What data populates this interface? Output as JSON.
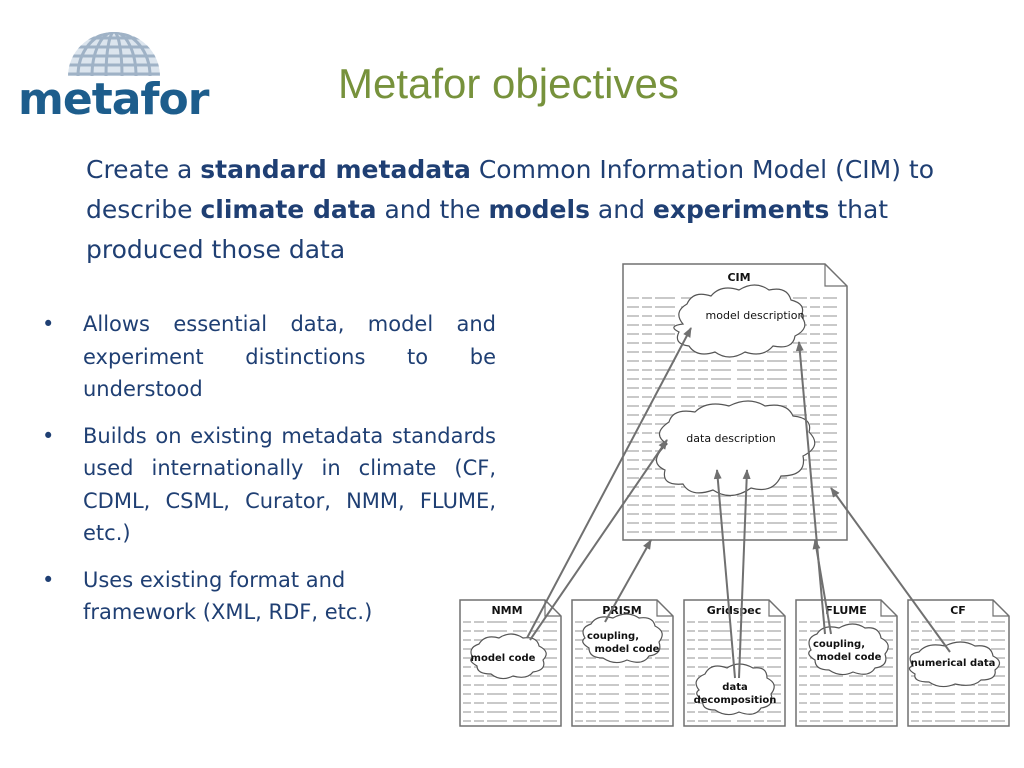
{
  "logo": {
    "text": "metafor"
  },
  "title": "Metafor objectives",
  "intro": [
    {
      "text": "Create a ",
      "bold": false
    },
    {
      "text": "standard metadata",
      "bold": true
    },
    {
      "text": " Common Information Model (CIM) to describe ",
      "bold": false
    },
    {
      "text": "climate data",
      "bold": true
    },
    {
      "text": " and the ",
      "bold": false
    },
    {
      "text": "models",
      "bold": true
    },
    {
      "text": " and ",
      "bold": false
    },
    {
      "text": "experiments",
      "bold": true
    },
    {
      "text": " that produced those data",
      "bold": false
    }
  ],
  "bullets": [
    "Allows essential data, model and experiment distinctions to be understood",
    "Builds on existing metadata standards used internationally in climate (CF, CDML, CSML, Curator, NMM, FLUME, etc.)",
    "Uses existing format and framework (XML, RDF, etc.)"
  ],
  "bullet_glyph": "•",
  "diagram": {
    "cim": {
      "title": "CIM",
      "clouds": [
        "model description",
        "data description"
      ]
    },
    "docs": [
      {
        "title": "NMM",
        "clouds": [
          "model code"
        ]
      },
      {
        "title": "PRISM",
        "clouds": [
          "coupling,",
          "model code"
        ]
      },
      {
        "title": "Gridspec",
        "clouds": [
          "data",
          "decomposition"
        ]
      },
      {
        "title": "FLUME",
        "clouds": [
          "coupling,",
          "model code"
        ]
      },
      {
        "title": "CF",
        "clouds": [
          "numerical data"
        ]
      }
    ]
  },
  "colors": {
    "title": "#77923c",
    "text": "#1f3f73",
    "logo": "#1d5d8c"
  }
}
